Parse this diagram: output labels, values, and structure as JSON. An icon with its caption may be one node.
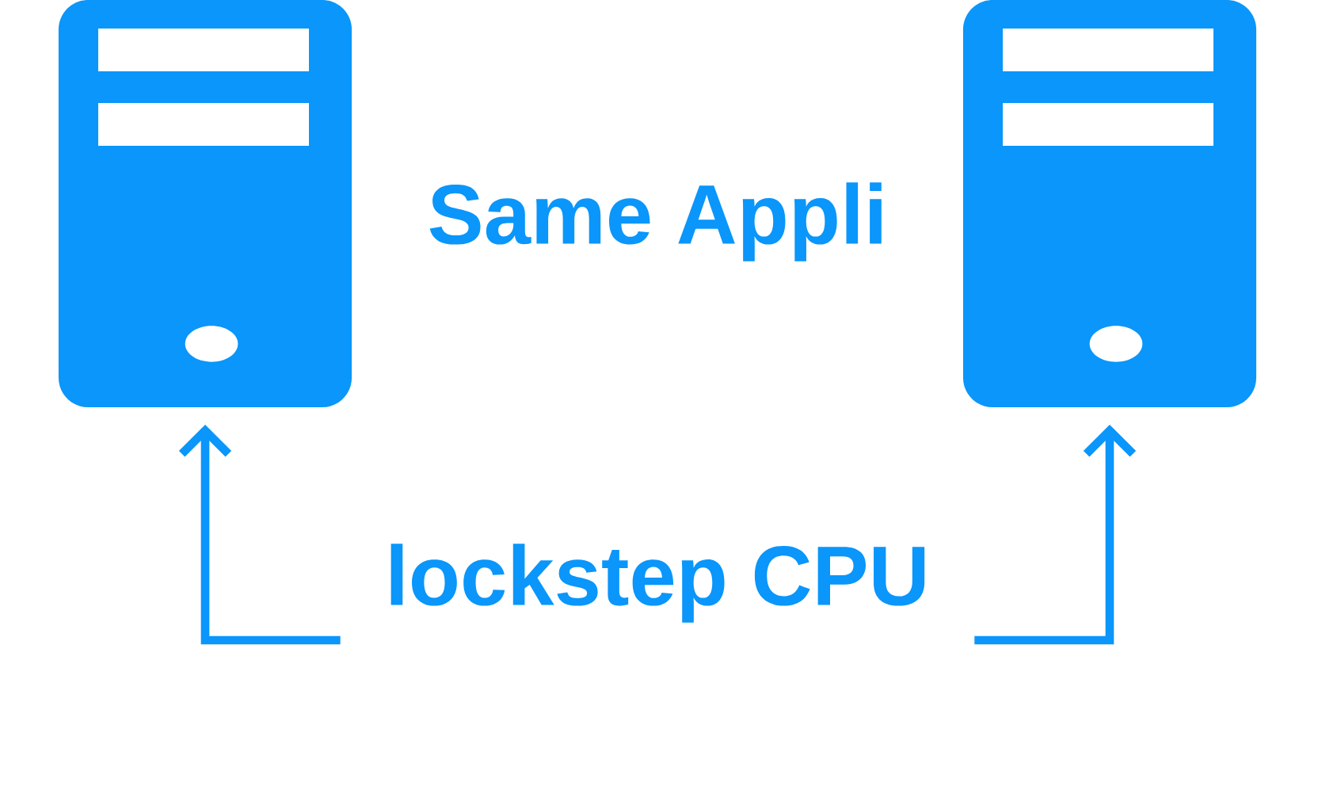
{
  "diagram": {
    "nodes": [
      {
        "text": [],
        "shape": "picture"
      },
      {
        "text": [],
        "shape": "picture"
      },
      {
        "text": [
          "lockstep CPU"
        ]
      }
    ],
    "edges": [
      {
        "from": 2,
        "to": 0,
        "arrow": "to"
      },
      {
        "from": 2,
        "to": 1,
        "arrow": "to"
      }
    ],
    "labels": [
      "Same Appli"
    ]
  }
}
